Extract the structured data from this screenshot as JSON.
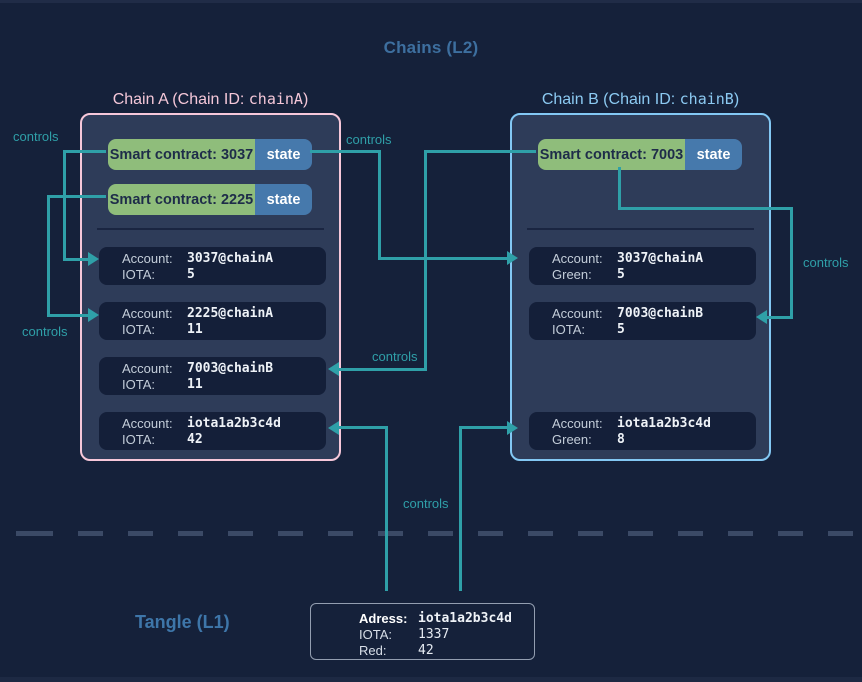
{
  "diagram": {
    "title": "Chains (L2)",
    "l1_title": "Tangle (L1)",
    "controls_label": "controls",
    "colors": {
      "background": "#15213a",
      "chain_fill": "#2e3c59",
      "teal_connector": "#2fa0a8",
      "chain_a_border": "#f7c8da",
      "chain_b_border": "#83c8f4",
      "contract_green": "#8fbd7b",
      "state_blue": "#4679ac"
    }
  },
  "chain_a": {
    "title_prefix": "Chain A (Chain ID: ",
    "chain_id": "chainA",
    "title_suffix": ")",
    "contracts": [
      {
        "label": "Smart contract: 3037",
        "state": "state"
      },
      {
        "label": "Smart contract: 2225",
        "state": "state"
      }
    ],
    "accounts": [
      {
        "rows": [
          {
            "label": "Account:",
            "value": "3037@chainA"
          },
          {
            "label": "IOTA:",
            "value": "5"
          }
        ]
      },
      {
        "rows": [
          {
            "label": "Account:",
            "value": "2225@chainA"
          },
          {
            "label": "IOTA:",
            "value": "11"
          }
        ]
      },
      {
        "rows": [
          {
            "label": "Account:",
            "value": "7003@chainB"
          },
          {
            "label": "IOTA:",
            "value": "11"
          }
        ]
      },
      {
        "rows": [
          {
            "label": "Account:",
            "value": "iota1a2b3c4d"
          },
          {
            "label": "IOTA:",
            "value": "42"
          }
        ]
      }
    ]
  },
  "chain_b": {
    "title_prefix": "Chain B (Chain ID: ",
    "chain_id": "chainB",
    "title_suffix": ")",
    "contracts": [
      {
        "label": "Smart contract: 7003",
        "state": "state"
      }
    ],
    "accounts": [
      {
        "rows": [
          {
            "label": "Account:",
            "value": "3037@chainA"
          },
          {
            "label": "Green:",
            "value": "5"
          }
        ]
      },
      {
        "rows": [
          {
            "label": "Account:",
            "value": "7003@chainB"
          },
          {
            "label": "IOTA:",
            "value": "5"
          }
        ]
      },
      {
        "rows": [
          {
            "label": "Account:",
            "value": "iota1a2b3c4d"
          },
          {
            "label": "Green:",
            "value": "8"
          }
        ]
      }
    ]
  },
  "l1_address": {
    "rows": [
      {
        "label": "Adress:",
        "value": "iota1a2b3c4d"
      },
      {
        "label": "IOTA:",
        "value": "1337"
      },
      {
        "label": "Red:",
        "value": "42"
      }
    ]
  }
}
